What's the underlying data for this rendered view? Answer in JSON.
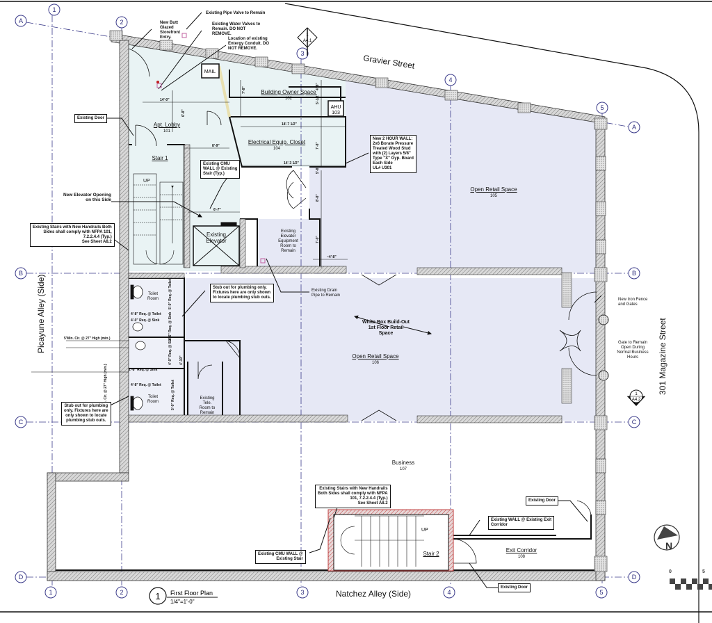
{
  "streets": {
    "top": "Gravier Street",
    "right": "301 Magazine Street",
    "left": "Picayune Alley (Side)",
    "bottom": "Natchez Alley (Side)"
  },
  "grid_labels": {
    "columns": [
      "1",
      "2",
      "3",
      "4",
      "5"
    ],
    "rows": [
      "A",
      "B",
      "C",
      "D"
    ]
  },
  "section_markers": [
    {
      "num": "1",
      "sheet": "A4.1"
    },
    {
      "num": "1",
      "sheet": "A4.2"
    }
  ],
  "rooms": [
    {
      "name": "Building Owner Space",
      "number": "102"
    },
    {
      "name": "Apt. Lobby",
      "number": "101"
    },
    {
      "name": "Electrical Equip. Closet",
      "number": "104"
    },
    {
      "name": "Stair 1",
      "number": ""
    },
    {
      "name": "Open Retail Space",
      "number": "105"
    },
    {
      "name": "Open Retail Space",
      "number": "106"
    },
    {
      "name": "Business",
      "number": "107"
    },
    {
      "name": "Stair 2",
      "number": ""
    },
    {
      "name": "Exit Corridor",
      "number": "108"
    }
  ],
  "labels": {
    "mail": "MAIL",
    "ahu": "AHU",
    "ahu_no": "103",
    "up1": "UP",
    "up2": "UP",
    "elevator": "Existing\nElevator",
    "elev_equip": "Existing\nElevator\nEquipment\nRoom to\nRemain",
    "toilet1": "Toilet\nRoom",
    "toilet2": "Toilet\nRoom",
    "tele": "Existing\nTele.\nRoom to\nRemain",
    "white_box": "White Box Build-Out\n1st Floor Retail\nSpace",
    "new_elev_opening": "New Elevator Opening\non this Side",
    "iron_fence": "New Iron Fence\nand Gates",
    "gate_open": "Gate to Remain\nOpen During\nNormal Business\nHours"
  },
  "notes": {
    "pipe_valve": "Existing Pipe Valve to Remain",
    "storefront": "New Butt\nGlazed\nStorefront\nEntry.",
    "water_valves": "Existing Water Valves to\nRemain. DO NOT\nREMOVE.",
    "entergy": "Location of existing\nEntergy Conduit. DO\nNOT REMOVE.",
    "existing_door_1": "Existing Door",
    "cmu_wall_stair1": "Existing CMU\nWALL @ Existing\nStair (Typ.)",
    "stairs_handrails_1": "Existing Stairs with New Handrails Both\nSides shall comply with NFPA 101,\n7.2.2.4.4 (Typ.)\nSee Sheet A8.2",
    "two_hour_wall": "New 2 HOUR WALL:\n2x6 Borate Pressure\nTreated Wood Stud\nwith (2) Layers 5/8\"\nType \"X\" Gyp. Board\nEach Side\nUL# U301",
    "drain_pipe": "Existing Drain\nPipe to Remain",
    "stub_out_1": "Stub out for plumbing only.\nFixtures here are only shown\nto locate plumbing stub outs.",
    "stub_out_2": "Stub out for plumbing\nonly. Fixtures here are\nonly shown to locate\nplumbing stub outs.",
    "stairs_handrails_2": "Existing Stairs with New Handrails\nBoth Sides shall comply with NFPA\n101, 7.2.2.4.4 (Typ.)\nSee Sheet A8.2",
    "cmu_wall_stair2": "Existing CMU WALL @\nExisting Stair",
    "existing_door_2": "Existing Door",
    "existing_wall_corridor": "Existing WALL @ Existing Exit\nCorridor",
    "existing_door_3": "Existing Door"
  },
  "dimensions": {
    "d1": "14'-0\"",
    "d2": "7'-8\"",
    "d3": "6'-8\"",
    "d4": "18'-7 1/2\"",
    "d5": "14'-3 1/2\"",
    "d6": "7'-8\"",
    "d7": "5'-8\"",
    "d8": "8'-9\"",
    "d9": "6'-7\"",
    "d10": "8'-8\"",
    "d11": "7'-0\"",
    "d12": "~4'-8\"",
    "d13": "5'-1/2\"",
    "d14": "4'-8\"",
    "clear_circle": "5'Min. Cir. @ 27\" High (min.)",
    "clear_circle_v": "5'Min. Cir. @ 27\" High (min.)",
    "t1": "4'-8\" Req. @ Toilet",
    "t2": "4'-0\" Req. @ Sink",
    "t3": "2'-8\" Req. @ Sink",
    "t4": "4'-8\" Req. @ Toilet",
    "t5": "5'-0\" Req. @ Toilet",
    "t6": "2'-6\" Req. @ Sink",
    "t7": "4'-0\" Req. @ Sink",
    "t8": "5'-0\" Req. @ Toilet",
    "t9": "4'-10\""
  },
  "title_block": {
    "number": "1",
    "title": "First Floor Plan",
    "scale": "1/4\"=1'-0\""
  },
  "north_arrow": "N",
  "scale_bar": {
    "start": "0",
    "end": "5"
  },
  "colors": {
    "retail_fill": "#e6e8f5",
    "lobby_fill": "#e9f3f4",
    "grid_line": "#3b3b8a",
    "stair2_border": "#c04040"
  }
}
